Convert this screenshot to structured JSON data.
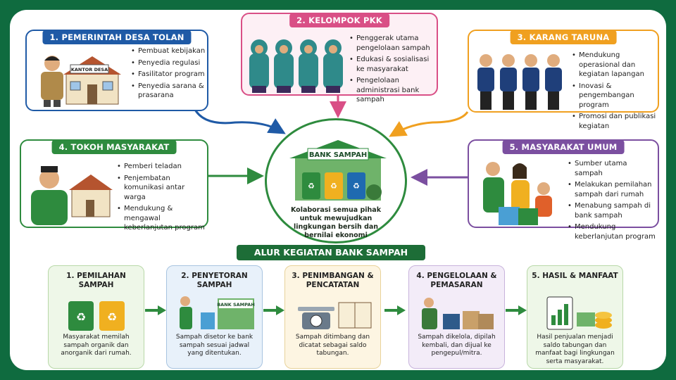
{
  "colors": {
    "frame": "#0f6b3f",
    "blue": "#1f5aa6",
    "pink": "#d94f86",
    "orange": "#f0a020",
    "green": "#2e8b3e",
    "purple": "#7b4fa0"
  },
  "stakeholders": [
    {
      "title": "1. PEMERINTAH DESA TOLAN",
      "sign": "KANTOR DESA",
      "items": [
        "Pembuat kebijakan",
        "Penyedia regulasi",
        "Fasilitator program",
        "Penyedia sarana & prasarana"
      ]
    },
    {
      "title": "2. KELOMPOK PKK",
      "items": [
        "Penggerak utama pengelolaan sampah",
        "Edukasi & sosialisasi ke masyarakat",
        "Pengelolaan administrasi bank sampah"
      ]
    },
    {
      "title": "3. KARANG TARUNA",
      "items": [
        "Mendukung operasional dan kegiatan lapangan",
        "Inovasi & pengembangan program",
        "Promosi dan publikasi kegiatan"
      ]
    },
    {
      "title": "4. TOKOH MASYARAKAT",
      "items": [
        "Pemberi teladan",
        "Penjembatan komunikasi antar warga",
        "Mendukung & mengawal keberlanjutan program"
      ]
    },
    {
      "title": "5. MASYARAKAT UMUM",
      "items": [
        "Sumber utama sampah",
        "Melakukan pemilahan sampah dari rumah",
        "Menabung sampah di bank sampah",
        "Mendukung keberlanjutan program"
      ]
    }
  ],
  "center": {
    "sign": "BANK SAMPAH",
    "caption": "Kolaborasi semua pihak untuk mewujudkan lingkungan bersih dan bernilai ekonomi"
  },
  "flow": {
    "title": "ALUR KEGIATAN BANK SAMPAH",
    "steps": [
      {
        "title": "1. PEMILAHAN SAMPAH",
        "desc": "Masyarakat memilah sampah organik dan anorganik dari rumah."
      },
      {
        "title": "2. PENYETORAN SAMPAH",
        "desc": "Sampah disetor ke bank sampah sesuai jadwal yang ditentukan.",
        "sign": "BANK SAMPAH"
      },
      {
        "title": "3. PENIMBANGAN & PENCATATAN",
        "desc": "Sampah ditimbang dan dicatat sebagai saldo tabungan."
      },
      {
        "title": "4. PENGELOLAAN & PEMASARAN",
        "desc": "Sampah dikelola, dipilah kembali, dan dijual ke pengepul/mitra."
      },
      {
        "title": "5. HASIL & MANFAAT",
        "desc": "Hasil penjualan menjadi saldo tabungan dan manfaat bagi lingkungan serta masyarakat."
      }
    ]
  }
}
